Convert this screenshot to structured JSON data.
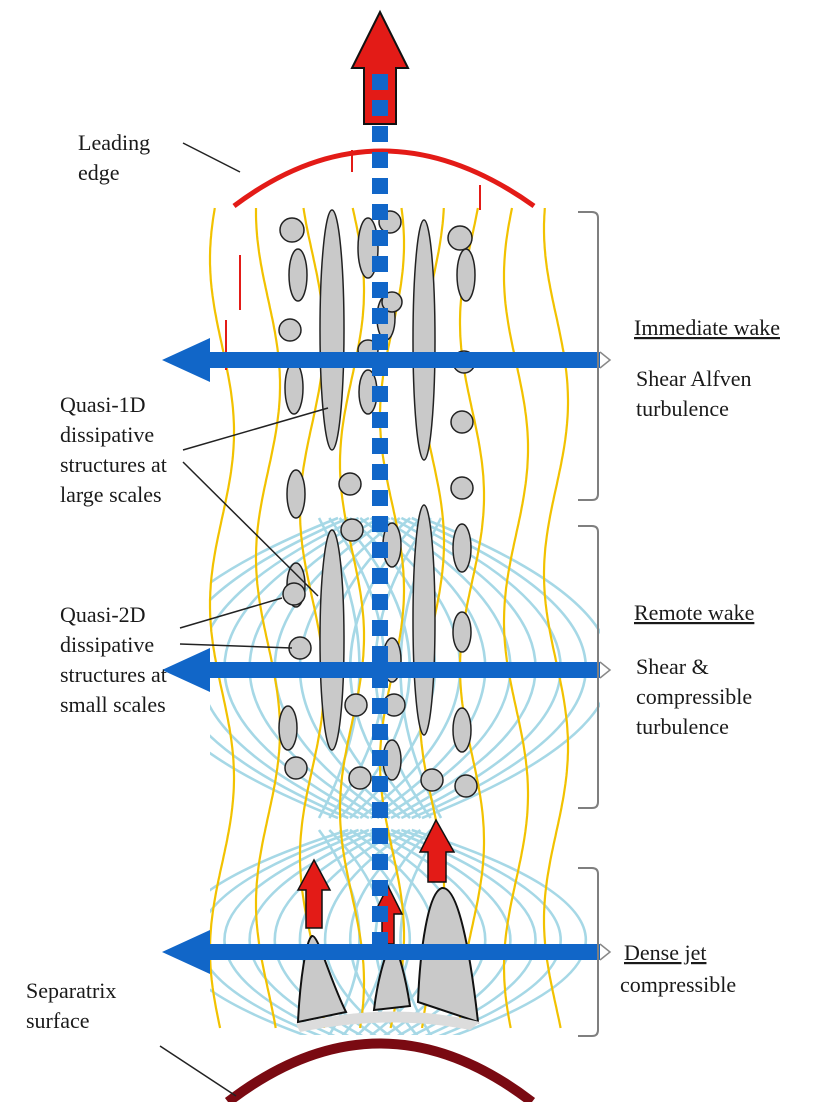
{
  "labels": {
    "leading_edge": [
      "Leading",
      "edge"
    ],
    "quasi_1d": [
      "Quasi-1D",
      "dissipative",
      "structures at",
      "large scales"
    ],
    "quasi_2d": [
      "Quasi-2D",
      "dissipative",
      "structures at",
      "small scales"
    ],
    "separatrix": [
      "Separatrix",
      "surface"
    ]
  },
  "regions": [
    {
      "title": "Immediate wake",
      "desc": [
        "Shear Alfven",
        "turbulence"
      ]
    },
    {
      "title": "Remote wake",
      "desc": [
        "Shear &",
        "compressible",
        "turbulence"
      ]
    },
    {
      "title": "Dense jet",
      "desc": [
        "compressible"
      ]
    }
  ],
  "colors": {
    "flow_arrow": "#e31b17",
    "leading_edge": "#e31b17",
    "axis_dashes": "#1166c8",
    "cross_arrows": "#1166c8",
    "field_lines": "#f2c200",
    "compressive_lines": "#a6d8e6",
    "blobs_fill": "#c9c9c9",
    "separatrix": "#7a0a12",
    "bracket": "#7f7f7f"
  }
}
